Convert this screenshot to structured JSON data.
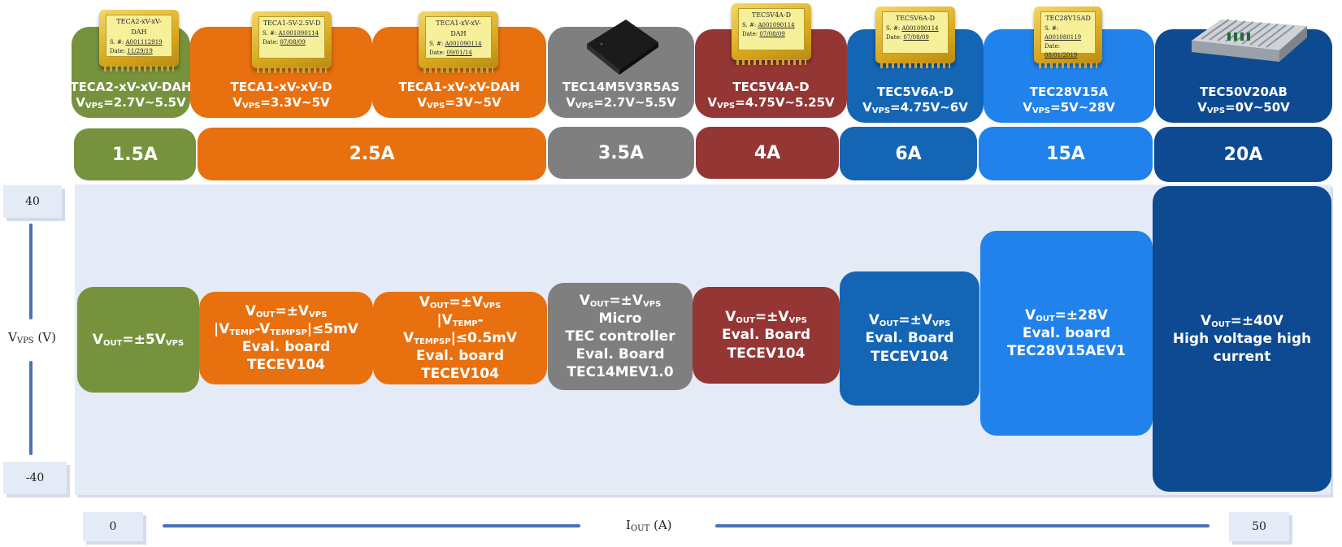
{
  "products": [
    {
      "name": "TECA2-xV-xV-DAH",
      "vps": "2.7V~5.5V",
      "color": "#76923c",
      "current": "1.5A",
      "chip": {
        "title": "TECA2-xV-xV-DAH",
        "sn_label": "S. #:",
        "sn": "A001112919",
        "date_label": "Date:",
        "date": "11/29/19"
      },
      "output": [
        "V<sub>OUT</sub>=±5V<sub>VPS</sub>"
      ]
    },
    {
      "name": "TECA1-xV-xV-D",
      "vps": "3.3V~5V",
      "color": "#e8700f",
      "chip": {
        "title": "TECA1-5V-2.5V-D",
        "sn_label": "S. #:",
        "sn": "A1001090114",
        "date_label": "Date:",
        "date": "07/08/09"
      },
      "output": [
        "V<sub>OUT</sub>=±V<sub>VPS</sub>",
        "|V<sub>TEMP</sub>-V<sub>TEMPSP</sub>|≤5mV",
        "Eval. board TECEV104"
      ]
    },
    {
      "name": "TECA1-xV-xV-DAH",
      "vps": "3V~5V",
      "color": "#e8700f",
      "chip": {
        "title": "TECA1-xV-xV-DAH",
        "sn_label": "S. #:",
        "sn": "A001090114",
        "date_label": "Date:",
        "date": "09/01/14"
      },
      "output": [
        "V<sub>OUT</sub>=±V<sub>VPS</sub>",
        "|V<sub>TEMP</sub>-",
        "V<sub>TEMPSP</sub>|≤0.5mV",
        "Eval. board TECEV104"
      ]
    },
    {
      "name": "TEC14M5V3R5AS",
      "vps": "2.7V~5.5V",
      "color": "#7f7f7f",
      "current": "3.5A",
      "output": [
        "V<sub>OUT</sub>=±V<sub>VPS</sub>",
        "Micro",
        "TEC controller",
        "Eval. Board",
        "TEC14MEV1.0"
      ]
    },
    {
      "name": "TEC5V4A-D",
      "vps": "4.75V~5.25V",
      "color": "#943634",
      "current": "4A",
      "chip": {
        "title": "TEC5V4A-D",
        "sn_label": "S. #:",
        "sn": "A001090114",
        "date_label": "Date:",
        "date": "07/08/09"
      },
      "output": [
        "V<sub>OUT</sub>=±V<sub>VPS</sub>",
        "Eval. Board",
        "TECEV104"
      ]
    },
    {
      "name": "TEC5V6A-D",
      "vps": "4.75V~6V",
      "color": "#1565b5",
      "current": "6A",
      "chip": {
        "title": "TEC5V6A-D",
        "sn_label": "S. #:",
        "sn": "A001090114",
        "date_label": "Date:",
        "date": "07/08/09"
      },
      "output": [
        "V<sub>OUT</sub>=±V<sub>VPS</sub>",
        "Eval. Board",
        "TECEV104"
      ]
    },
    {
      "name": "TEC28V15A",
      "vps": "5V~28V",
      "color": "#2082ea",
      "current": "15A",
      "chip": {
        "title": "TEC28V15AD",
        "sn_label": "S. #:",
        "sn": "A001080119",
        "date_label": "Date:",
        "date": "08/01/2019"
      },
      "output": [
        "V<sub>OUT</sub>=±28V",
        "Eval. board",
        "TEC28V15AEV1"
      ]
    },
    {
      "name": "TEC50V20AB",
      "vps": "0V~50V",
      "color": "#0d4a91",
      "current": "20A",
      "output": [
        "V<sub>OUT</sub>=±40V",
        "High voltage high",
        "current"
      ]
    }
  ],
  "current_shared": "2.5A",
  "axis": {
    "y_max": "40",
    "y_min": "-40",
    "y_label": "V<sub>VPS</sub>  (V)",
    "x_min": "0",
    "x_max": "50",
    "x_label": "I<sub>OUT</sub>  (A)"
  },
  "colors": {
    "panel": "#e4ebf6",
    "axis_line": "#4a72b8"
  }
}
